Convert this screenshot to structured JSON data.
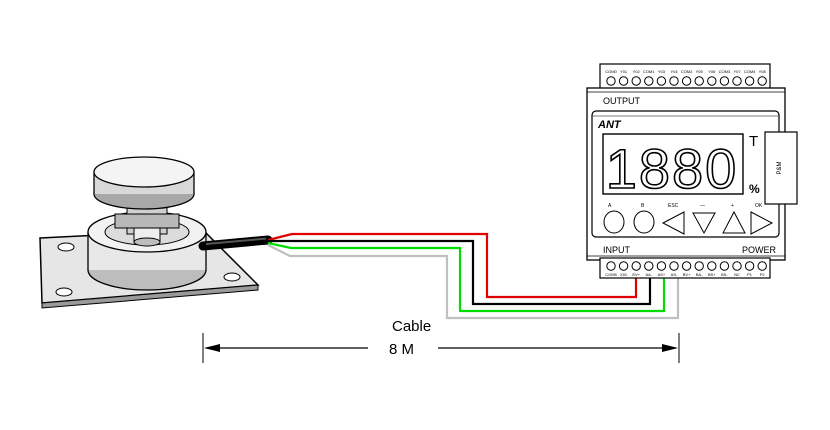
{
  "cable": {
    "label": "Cable",
    "length": "8 M"
  },
  "controller": {
    "brand": "ANT",
    "output_label": "OUTPUT",
    "input_label": "INPUT",
    "power_label": "POWER",
    "display_value": "1880",
    "unit": "%",
    "side_tag": "T",
    "side_button": "P&M",
    "buttons": [
      "A",
      "B",
      "ESC",
      "—",
      "+",
      "OK"
    ],
    "top_terminals": [
      "COM0",
      "Y01",
      "Y02",
      "COM1",
      "Y03",
      "Y04",
      "COM2",
      "Y05",
      "Y06",
      "COM3",
      "Y07",
      "COM4",
      "Y08"
    ],
    "bottom_terminals": [
      "COM5",
      "X01",
      "EV+",
      "AA-",
      "AS+",
      "AS-",
      "BV+",
      "BA-",
      "BS+",
      "BS-",
      "NC",
      "P1",
      "P2"
    ]
  },
  "wires": [
    {
      "color": "#e00000"
    },
    {
      "color": "#000000"
    },
    {
      "color": "#00dd00"
    },
    {
      "color": "#c0c0c0"
    }
  ]
}
